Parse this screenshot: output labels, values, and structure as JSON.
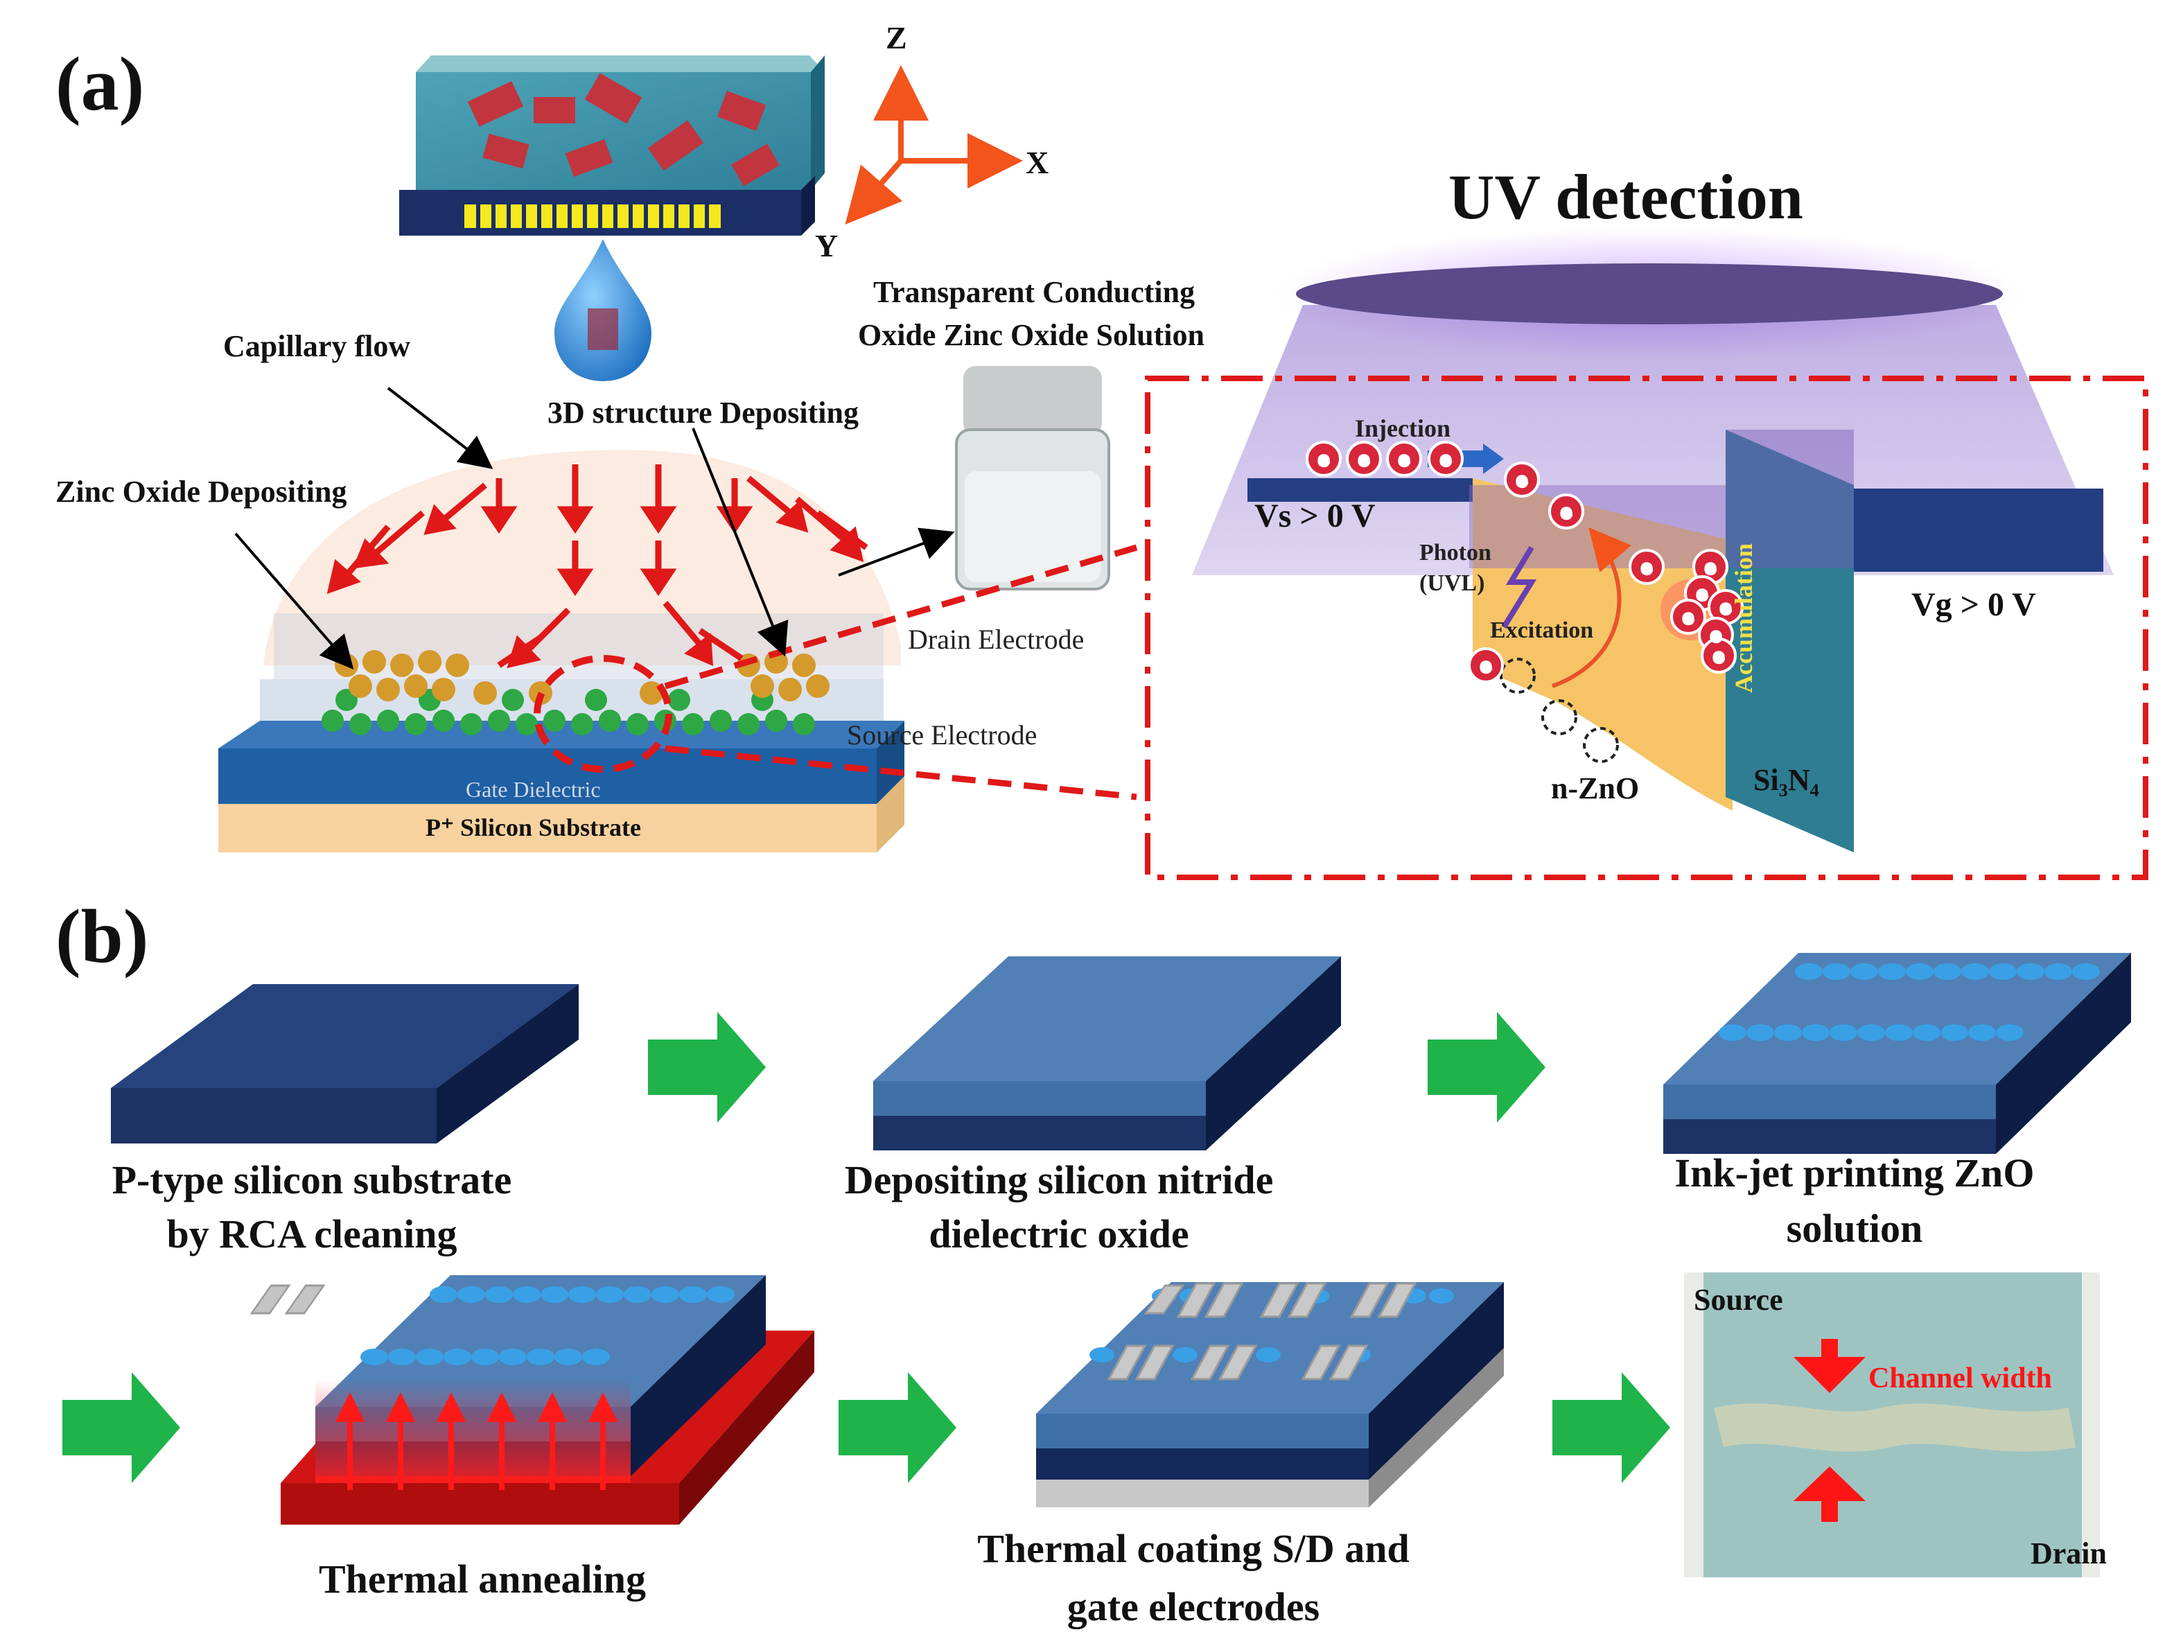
{
  "panel_a": {
    "label": "(a)",
    "axes": {
      "z": "Z",
      "x": "X",
      "y": "Y"
    },
    "capillary_flow": "Capillary flow",
    "zinc_oxide_depositing": "Zinc Oxide Depositing",
    "structure_depositing": "3D structure Depositing",
    "transparent_line1": "Transparent Conducting",
    "transparent_line2": "Oxide Zinc Oxide Solution",
    "drain_electrode": "Drain Electrode",
    "source_electrode": "Source Electrode",
    "gate_dielectric": "Gate Dielectric",
    "substrate": "P⁺ Silicon Substrate",
    "uv_detection": "UV detection",
    "band": {
      "injection": "Injection",
      "vs": "Vs > 0 V",
      "photon": "Photon",
      "uvl": "(UVL)",
      "excitation": "Excitation",
      "n_zno": "n-ZnO",
      "accumulation": "Accumulation",
      "si3n4": "Si₃N₄",
      "vg": "Vg > 0 V",
      "electron": "e"
    }
  },
  "panel_b": {
    "label": "(b)",
    "step1_line1": "P-type silicon substrate",
    "step1_line2": "by RCA cleaning",
    "step2_line1": "Depositing silicon nitride",
    "step2_line2": "dielectric oxide",
    "step3_line1": "Ink-jet printing ZnO",
    "step3_line2": "solution",
    "step4": "Thermal annealing",
    "step5_line1": "Thermal coating S/D and",
    "step5_line2": "gate electrodes",
    "micro_source": "Source",
    "micro_drain": "Drain",
    "micro_channel": "Channel width"
  },
  "colors": {
    "substrate_blue": "#2a4a86",
    "dielectric_blue": "#4a78b0",
    "arrow_green": "#1fb34a",
    "dash_red": "#e01818",
    "uv_purple": "#8e6bc8",
    "zno_orange": "#f6c466"
  }
}
